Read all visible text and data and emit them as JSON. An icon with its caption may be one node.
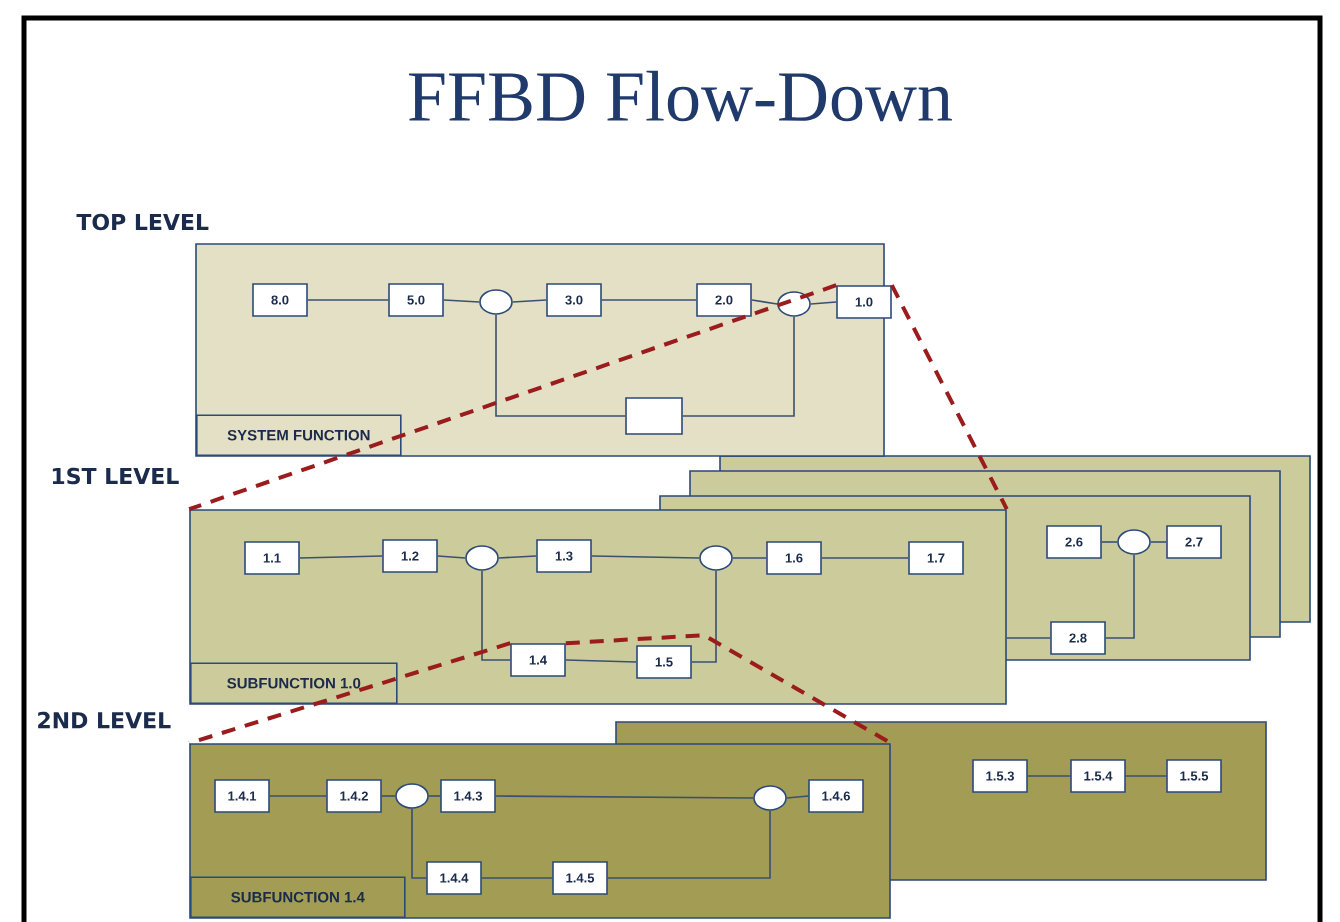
{
  "diagram": {
    "title": "FFBD Flow-Down",
    "nodes": [
      {
        "text": [
          "SYSTEM FUNCTION"
        ]
      },
      {
        "text": [
          "8.0"
        ],
        "in": 0
      },
      {
        "text": [
          "5.0"
        ],
        "in": 0
      },
      {
        "text": [],
        "shape": "circle",
        "in": 0
      },
      {
        "text": [
          "3.0"
        ],
        "in": 0
      },
      {
        "text": [
          "2.0"
        ],
        "in": 0
      },
      {
        "text": [],
        "shape": "circle",
        "in": 0
      },
      {
        "text": [
          "1.0"
        ],
        "in": 0
      },
      {
        "text": [],
        "shape": "box",
        "in": 0
      },
      {
        "text": [
          "SUBFUNCTION 1.0"
        ]
      },
      {
        "text": [
          "1.1"
        ],
        "in": 9
      },
      {
        "text": [
          "1.2"
        ],
        "in": 9
      },
      {
        "text": [],
        "shape": "circle",
        "in": 9
      },
      {
        "text": [
          "1.3"
        ],
        "in": 9
      },
      {
        "text": [],
        "shape": "circle"
      },
      {
        "text": [
          "1.6"
        ]
      },
      {
        "text": [
          "1.7"
        ]
      },
      {
        "text": [
          "1.4"
        ],
        "in": 9
      },
      {
        "text": [
          "1.5"
        ],
        "in": 9
      },
      {
        "text": [],
        "shape": "box"
      },
      {
        "text": [
          "2.6"
        ],
        "in": 19
      },
      {
        "text": [],
        "shape": "circle",
        "in": 19
      },
      {
        "text": [
          "2.7"
        ],
        "in": 19
      },
      {
        "text": [
          "2.8"
        ],
        "in": 19
      },
      {
        "text": [
          "SUBFUNCTION 1.4"
        ]
      },
      {
        "text": [
          "1.4.1"
        ],
        "in": 24
      },
      {
        "text": [
          "1.4.2"
        ],
        "in": 24
      },
      {
        "text": [],
        "shape": "circle",
        "in": 24
      },
      {
        "text": [
          "1.4.3"
        ],
        "in": 24
      },
      {
        "text": [],
        "shape": "circle"
      },
      {
        "text": [
          "1.4.6"
        ]
      },
      {
        "text": [
          "1.4.4"
        ],
        "in": 24
      },
      {
        "text": [
          "1.4.5"
        ],
        "in": 24
      },
      {
        "text": [],
        "shape": "box"
      },
      {
        "text": [
          "1.5.3"
        ],
        "in": 33
      },
      {
        "text": [
          "1.5.4"
        ],
        "in": 33
      },
      {
        "text": [
          "1.5.5"
        ],
        "in": 33
      }
    ],
    "edges": [
      {
        "from": 1,
        "to": 2,
        "arrow": "none"
      },
      {
        "from": 2,
        "to": 3,
        "arrow": "none"
      },
      {
        "from": 3,
        "to": 4,
        "arrow": "none"
      },
      {
        "from": 4,
        "to": 5,
        "arrow": "none"
      },
      {
        "from": 5,
        "to": 6,
        "arrow": "none"
      },
      {
        "from": 6,
        "to": 7,
        "arrow": "none"
      },
      {
        "from": 3,
        "to": 8,
        "arrow": "none"
      },
      {
        "from": 8,
        "to": 6,
        "arrow": "none"
      },
      {
        "from": 7,
        "to": 9,
        "arrow": "none",
        "style": "dashed",
        "color": "#9b1c1c"
      },
      {
        "from": 7,
        "to": 9,
        "arrow": "none",
        "style": "dashed",
        "color": "#9b1c1c"
      },
      {
        "from": 10,
        "to": 11,
        "arrow": "none"
      },
      {
        "from": 11,
        "to": 12,
        "arrow": "none"
      },
      {
        "from": 12,
        "to": 13,
        "arrow": "none"
      },
      {
        "from": 13,
        "to": 14,
        "arrow": "none"
      },
      {
        "from": 14,
        "to": 15,
        "arrow": "none"
      },
      {
        "from": 15,
        "to": 16,
        "arrow": "none"
      },
      {
        "from": 12,
        "to": 17,
        "arrow": "none"
      },
      {
        "from": 17,
        "to": 18,
        "arrow": "none"
      },
      {
        "from": 18,
        "to": 14,
        "arrow": "none"
      },
      {
        "from": 20,
        "to": 21,
        "arrow": "none"
      },
      {
        "from": 21,
        "to": 22,
        "arrow": "none"
      },
      {
        "from": 9,
        "to": 23,
        "arrow": "none"
      },
      {
        "from": 23,
        "to": 21,
        "arrow": "none"
      },
      {
        "from": 17,
        "to": 24,
        "arrow": "none",
        "style": "dashed",
        "color": "#9b1c1c"
      },
      {
        "from": 17,
        "to": 24,
        "arrow": "none",
        "style": "dashed",
        "color": "#9b1c1c"
      },
      {
        "from": 25,
        "to": 26,
        "arrow": "none"
      },
      {
        "from": 26,
        "to": 27,
        "arrow": "none"
      },
      {
        "from": 27,
        "to": 28,
        "arrow": "none"
      },
      {
        "from": 28,
        "to": 29,
        "arrow": "none"
      },
      {
        "from": 29,
        "to": 30,
        "arrow": "none"
      },
      {
        "from": 27,
        "to": 31,
        "arrow": "none"
      },
      {
        "from": 31,
        "to": 32,
        "arrow": "none"
      },
      {
        "from": 32,
        "to": 29,
        "arrow": "none"
      },
      {
        "from": 34,
        "to": 35,
        "arrow": "none"
      },
      {
        "from": 35,
        "to": 36,
        "arrow": "none"
      }
    ],
    "labels": [
      "TOP LEVEL",
      "1ST LEVEL",
      "2ND LEVEL"
    ]
  }
}
